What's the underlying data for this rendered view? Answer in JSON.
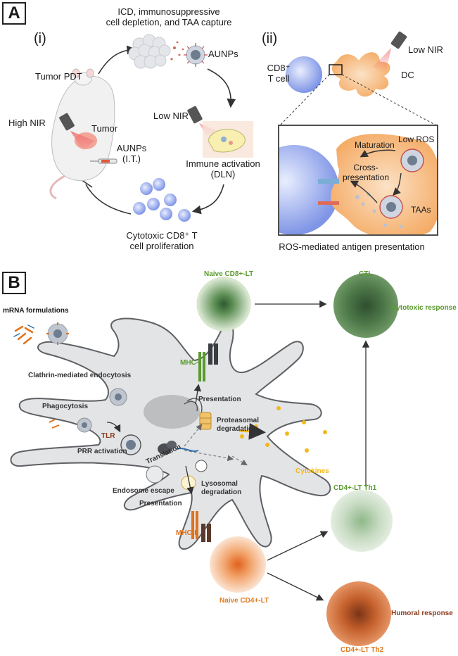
{
  "panelA": {
    "tag": "A",
    "sub_i": "(i)",
    "sub_ii": "(ii)",
    "icd_line1": "ICD, immunosuppressive",
    "icd_line2": "cell depletion, and TAA capture",
    "aunps": "AUNPs",
    "tumor_pdt": "Tumor PDT",
    "high_nir": "High NIR",
    "tumor": "Tumor",
    "low_nir": "Low NIR",
    "aunps_it_1": "AUNPs",
    "aunps_it_2": "(I.T.)",
    "immune_1": "Immune activation",
    "immune_2": "(DLN)",
    "cyto_1": "Cytotoxic CD8⁺ T",
    "cyto_2": "cell proliferation",
    "cd8_1": "CD8⁺",
    "cd8_2": "T cell",
    "low_nir_ii": "Low NIR",
    "dc": "DC",
    "low_ros": "Low ROS",
    "maturation": "Maturation",
    "cross_1": "Cross-",
    "cross_2": "presentation",
    "taas": "TAAs",
    "ros_caption": "ROS-mediated antigen presentation"
  },
  "panelB": {
    "tag": "B",
    "mrna": "mRNA formulations",
    "naive_cd8": "Naive CD8+-LT",
    "ctl": "CTL",
    "cytotoxic_response": "Cytotoxic response",
    "mhc1": "MHC-I",
    "clathrin": "Clathrin-mediated endocytosis",
    "phagocytosis": "Phagocytosis",
    "presentation_top": "Presentation",
    "proteasomal_1": "Proteasomal",
    "proteasomal_2": "degradation",
    "tlr": "TLR",
    "prr": "PRR activation",
    "translation": "Translation",
    "cytokines": "Cytokines",
    "endosome": "Endosome escape",
    "lysosomal_1": "Lysosomal",
    "lysosomal_2": "degradation",
    "presentation_bottom": "Presentation",
    "mhc2": "MHC-II",
    "cd4_th1": "CD4+-LT Th1",
    "naive_cd4": "Naive CD4+-LT",
    "humoral": "Humoral response",
    "cd4_th2": "CD4+-LT Th2"
  },
  "colors": {
    "green_label": "#5a9a2e",
    "orange_label": "#e07b20",
    "brown_label": "#8a3a1a",
    "cytokine_yellow": "#f2b71a",
    "mhc2_orange": "#e0731c"
  }
}
